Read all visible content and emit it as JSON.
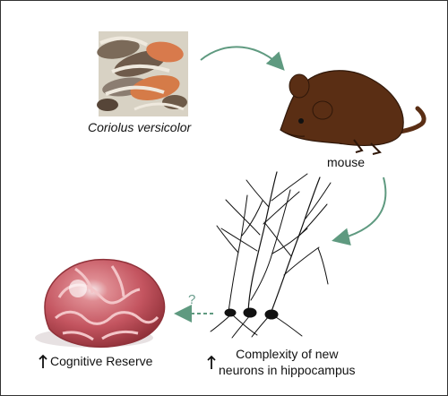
{
  "diagram": {
    "fungus_label": "Coriolus versicolor",
    "mouse_label": "mouse",
    "unknown_link_label": "?",
    "brain_label": "Cognitive Reserve",
    "neuron_label_line1": "Complexity of new",
    "neuron_label_line2": "neurons in hippocampus",
    "up_arrow_glyph": "↑",
    "colors": {
      "arrow": "#5f9a80",
      "mouse": "#5a2e14",
      "brain": "#c55c63",
      "neuron": "#111111",
      "fungus_dark": "#6e5a48",
      "fungus_orange": "#d77848",
      "fungus_light": "#d9d0bf"
    }
  }
}
